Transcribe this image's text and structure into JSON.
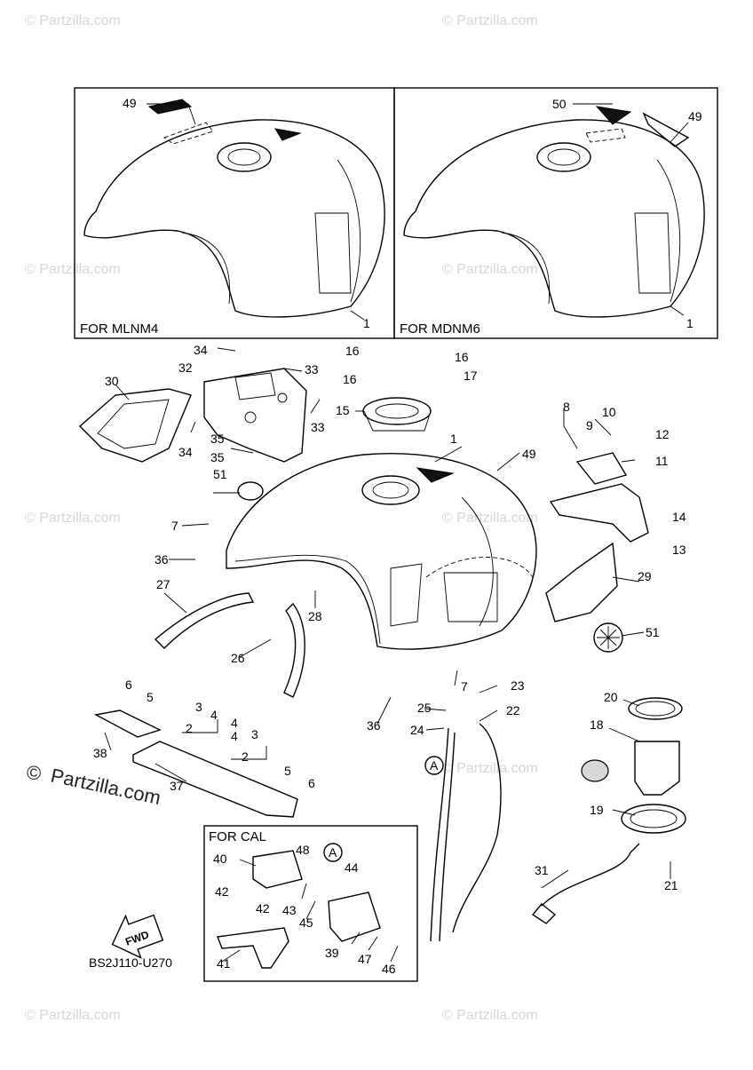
{
  "diagram": {
    "code": "BS2J110-U270",
    "boxes": {
      "left_title": "FOR MLNM4",
      "right_title": "FOR MDNM6",
      "cal_title": "FOR CAL"
    },
    "fwd_label": "FWD",
    "circle_label": "A",
    "watermark": "© Partzilla.com",
    "watermark_large_symbol": "©",
    "watermark_large_text": "Partzilla.com",
    "callouts": {
      "c1a": "1",
      "c1b": "1",
      "c1c": "1",
      "c2a": "2",
      "c2b": "2",
      "c3a": "3",
      "c3b": "3",
      "c4a": "4",
      "c4b": "4",
      "c4c": "4",
      "c5a": "5",
      "c5b": "5",
      "c6a": "6",
      "c6b": "6",
      "c7a": "7",
      "c7b": "7",
      "c8": "8",
      "c9": "9",
      "c10": "10",
      "c11": "11",
      "c12": "12",
      "c13": "13",
      "c14": "14",
      "c15": "15",
      "c16a": "16",
      "c16b": "16",
      "c16c": "16",
      "c17": "17",
      "c18": "18",
      "c19": "19",
      "c20": "20",
      "c21": "21",
      "c22": "22",
      "c23": "23",
      "c24": "24",
      "c25": "25",
      "c26": "26",
      "c27": "27",
      "c28": "28",
      "c29": "29",
      "c30": "30",
      "c31": "31",
      "c32": "32",
      "c33a": "33",
      "c33b": "33",
      "c34a": "34",
      "c34b": "34",
      "c35a": "35",
      "c35b": "35",
      "c36a": "36",
      "c36b": "36",
      "c37": "37",
      "c38": "38",
      "c39": "39",
      "c40": "40",
      "c41": "41",
      "c42a": "42",
      "c42b": "42",
      "c43": "43",
      "c44": "44",
      "c45": "45",
      "c46": "46",
      "c47": "47",
      "c48": "48",
      "c49a": "49",
      "c49b": "49",
      "c49c": "49",
      "c50": "50",
      "c51a": "51",
      "c51b": "51"
    }
  }
}
